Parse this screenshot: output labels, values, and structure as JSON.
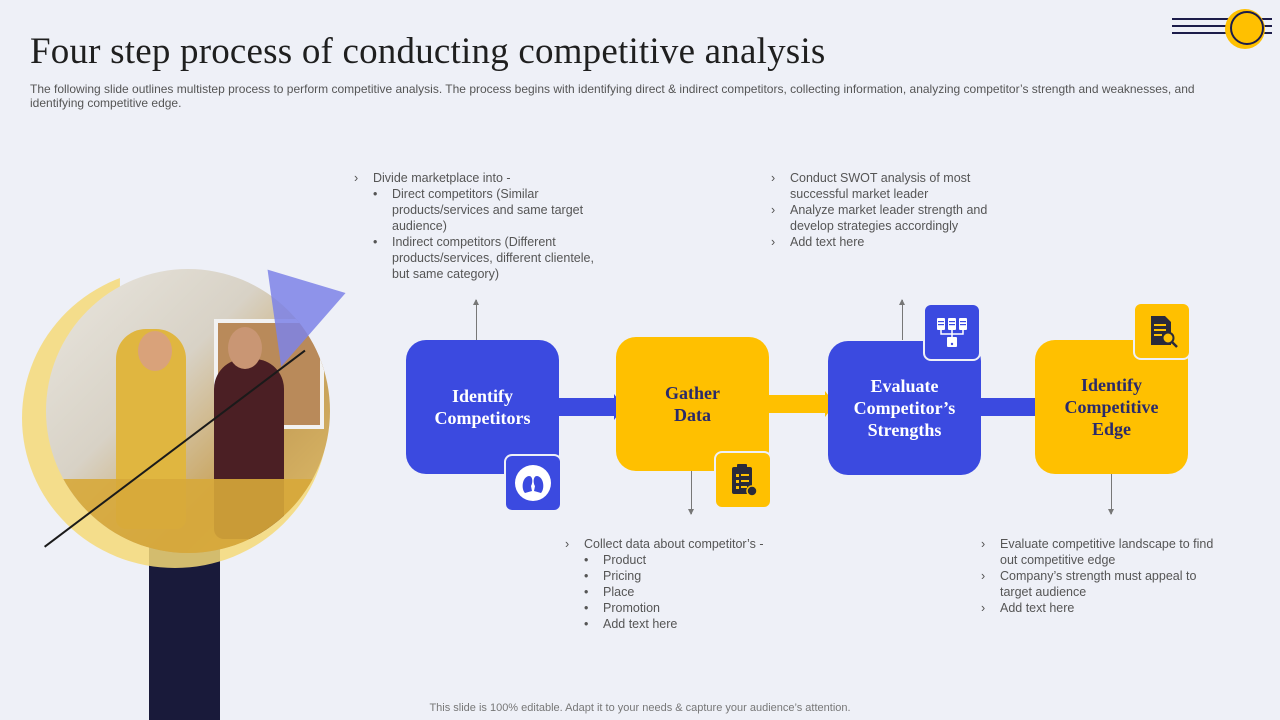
{
  "title": "Four step process of conducting competitive analysis",
  "subtitle": "The following slide outlines multistep process to perform competitive analysis. The process begins with identifying direct & indirect competitors, collecting information, analyzing competitor’s strength and weaknesses, and identifying competitive edge.",
  "steps": [
    {
      "label": "Identify Competitors",
      "color": "#3b4ae0",
      "icon": "user-conversation-icon"
    },
    {
      "label": "Gather Data",
      "color": "#ffc000",
      "icon": "clipboard-gear-icon"
    },
    {
      "label": "Evaluate Competitor’s Strengths",
      "color": "#3b4ae0",
      "icon": "server-network-icon"
    },
    {
      "label": "Identify Competitive Edge",
      "color": "#ffc000",
      "icon": "document-search-icon"
    }
  ],
  "notes": {
    "step1": {
      "marker": "›",
      "lines": [
        {
          "type": "chevron",
          "text": "Divide  marketplace into -"
        },
        {
          "type": "bullet",
          "text": "Direct competitors (Similar products/services  and  same target audience)"
        },
        {
          "type": "bullet",
          "text": "Indirect competitors (Different products/services,  different  clientele, but same category)"
        }
      ]
    },
    "step2": {
      "lines": [
        {
          "type": "chevron",
          "text": "Collect data about competitor’s -"
        },
        {
          "type": "bullet",
          "text": "Product"
        },
        {
          "type": "bullet",
          "text": "Pricing"
        },
        {
          "type": "bullet",
          "text": "Place"
        },
        {
          "type": "bullet",
          "text": "Promotion"
        },
        {
          "type": "bullet",
          "text": "Add text here"
        }
      ]
    },
    "step3": {
      "lines": [
        {
          "type": "chevron",
          "text": "Conduct  SWOT  analysis of most successful market leader"
        },
        {
          "type": "chevron",
          "text": "Analyze market leader  strength and develop  strategies accordingly"
        },
        {
          "type": "chevron",
          "text": "Add text here"
        }
      ]
    },
    "step4": {
      "lines": [
        {
          "type": "chevron",
          "text": "Evaluate  competitive  landscape  to find out competitive edge"
        },
        {
          "type": "chevron",
          "text": "Company’s  strength  must appeal to target audience"
        },
        {
          "type": "chevron",
          "text": "Add text here"
        }
      ]
    }
  },
  "markers": {
    "chevron": "›",
    "bullet": "•"
  },
  "footer": "This slide is 100% editable. Adapt it to your needs & capture your audience’s attention."
}
